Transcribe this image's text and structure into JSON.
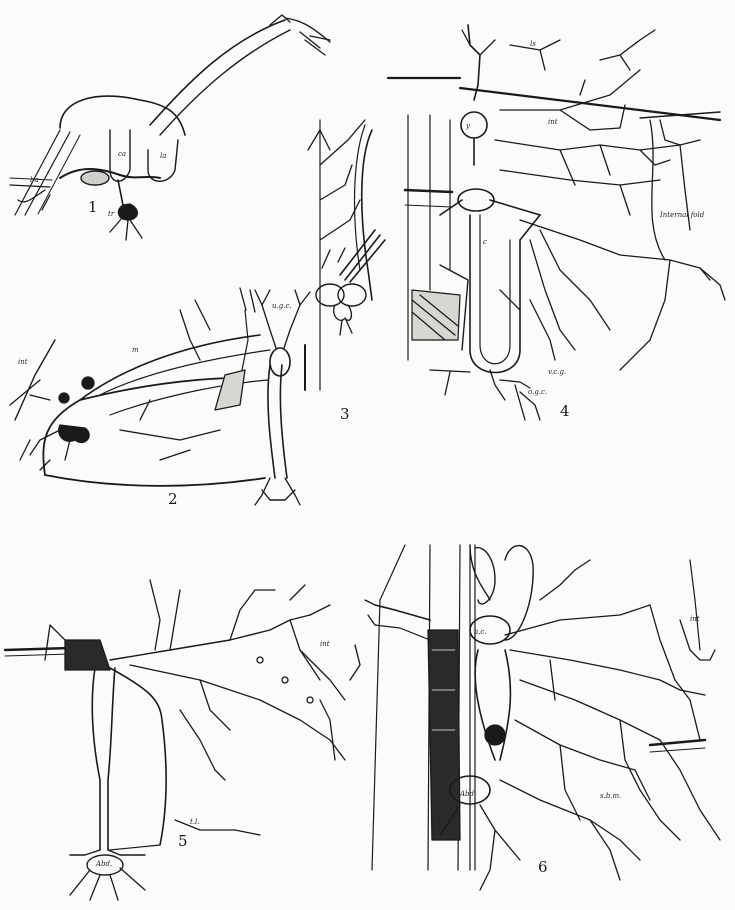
{
  "figures": [
    {
      "number": "1"
    },
    {
      "number": "2"
    },
    {
      "number": "3"
    },
    {
      "number": "4"
    },
    {
      "number": "5"
    },
    {
      "number": "6"
    }
  ],
  "labels": {
    "ba": "ba",
    "ca": "ca",
    "la": "la",
    "tr": "tr",
    "int": "int",
    "m": "m",
    "ls": "ls",
    "y": "y",
    "c": "c",
    "ogc": "o.g.c.",
    "ugc": "u.g.c.",
    "vcg": "v.c.g.",
    "internal_fold": "Internal fold",
    "abd": "Abd.",
    "ac": "a.c.",
    "sbm": "s.b.m.",
    "tl": "t.l."
  },
  "ink_color": "#1a1a1a",
  "paper_color": "#fbfbf9"
}
